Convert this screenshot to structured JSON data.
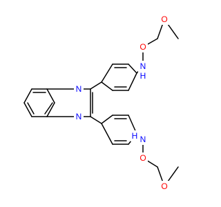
{
  "structure": {
    "colors": {
      "bond": "#000000",
      "oxygen": "#ff0000",
      "nitrogen": "#0000ff",
      "background": "#ffffff"
    },
    "labels": {
      "o_top_ketone": "O",
      "o_top_amide": "O",
      "nh_top": "N",
      "h_top": "H",
      "n_quinoxaline_1": "N",
      "n_quinoxaline_2": "N",
      "nh_bottom": "N",
      "h_bottom": "H",
      "o_bottom_amide": "O",
      "o_bottom_ketone": "O"
    }
  }
}
